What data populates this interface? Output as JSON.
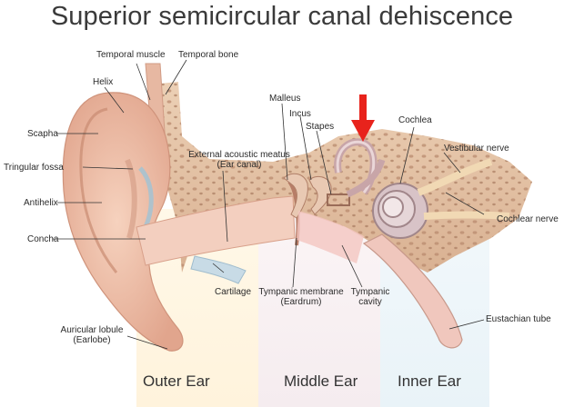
{
  "title": "Superior semicircular canal dehiscence",
  "colors": {
    "skin": "#f2c3ab",
    "skin_dark": "#d99a83",
    "bone": "#e8c6a8",
    "bone_spot": "#b98b6e",
    "canal": "#f6d3c6",
    "cartilage": "#c8dbe6",
    "cochlea": "#d8c3c7",
    "arrow": "#e8231c"
  },
  "labels": {
    "temporal_muscle": "Temporal muscle",
    "temporal_bone": "Temporal bone",
    "helix": "Helix",
    "malleus": "Malleus",
    "incus": "Incus",
    "stapes": "Stapes",
    "cochlea": "Cochlea",
    "scapha": "Scapha",
    "triangular_fossa": "Tringular fossa",
    "antihelix": "Antihelix",
    "concha": "Concha",
    "external_acoustic_meatus": "External acoustic meatus",
    "ear_canal": "(Ear canal)",
    "vestibular_nerve": "Vestibular nerve",
    "cochlear_nerve": "Cochlear nerve",
    "cartilage": "Cartilage",
    "tympanic_membrane": "Tympanic membrane",
    "eardrum": "(Eardrum)",
    "tympanic": "Tympanic",
    "cavity": "cavity",
    "eustachian_tube": "Eustachian tube",
    "auricular_lobule": "Auricular lobule",
    "earlobe": "(Earlobe)"
  },
  "sections": {
    "outer": "Outer Ear",
    "middle": "Middle Ear",
    "inner": "Inner Ear"
  }
}
